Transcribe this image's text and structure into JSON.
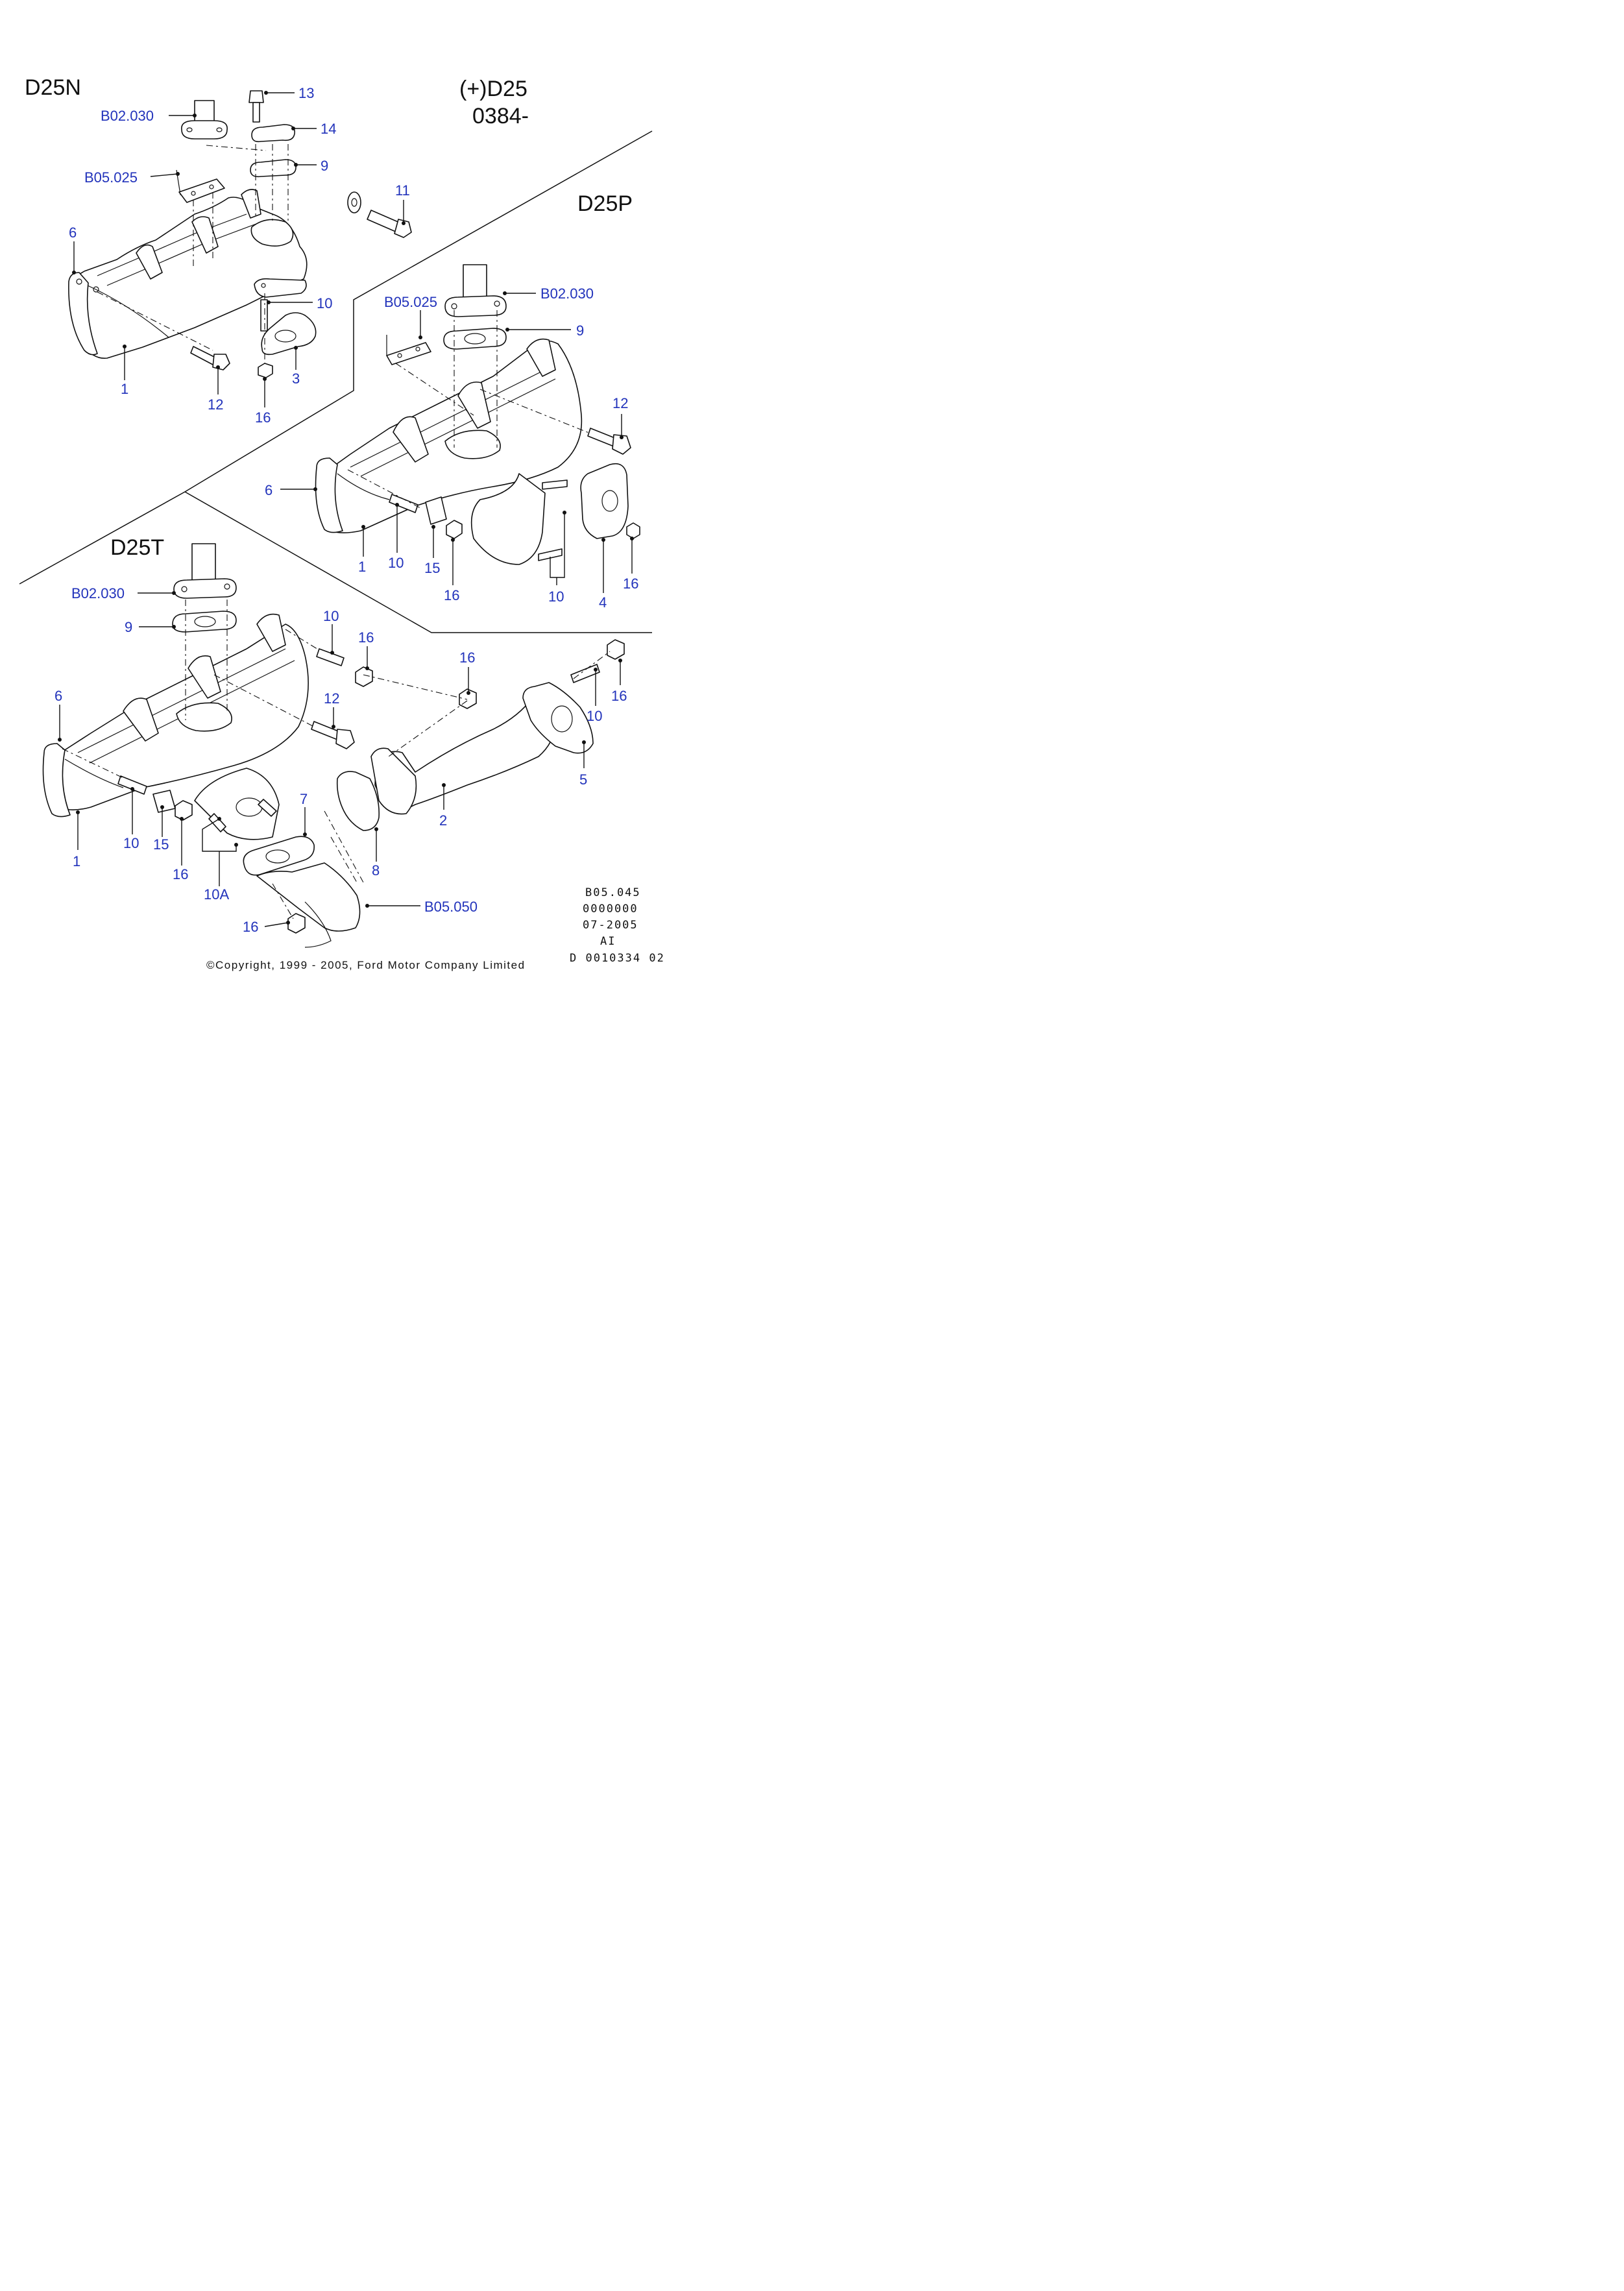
{
  "sections": {
    "d25n": "D25N",
    "d25_top": "(+)D25",
    "d25_bottom": "0384-",
    "d25p": "D25P",
    "d25t": "D25T"
  },
  "callouts": {
    "n_b02030": "B02.030",
    "n_13": "13",
    "n_14": "14",
    "n_9": "9",
    "n_b05025": "B05.025",
    "n_11": "11",
    "n_6": "6",
    "n_10": "10",
    "n_1": "1",
    "n_12": "12",
    "n_3": "3",
    "n_16": "16",
    "p_b02030": "B02.030",
    "p_b05025": "B05.025",
    "p_9": "9",
    "p_12": "12",
    "p_6": "6",
    "p_1": "1",
    "p_10a": "10",
    "p_15": "15",
    "p_16a": "16",
    "p_10b": "10",
    "p_4": "4",
    "p_16b": "16",
    "t_b02030": "B02.030",
    "t_9": "9",
    "t_10a": "10",
    "t_16a": "16",
    "t_6": "6",
    "t_12": "12",
    "t_16b": "16",
    "t_16c": "16",
    "t_10b": "10",
    "t_5": "5",
    "t_2": "2",
    "t_7": "7",
    "t_8": "8",
    "t_1": "1",
    "t_10c": "10",
    "t_15": "15",
    "t_16d": "16",
    "t_10A": "10A",
    "t_b05050": "B05.050",
    "t_16e": "16"
  },
  "info_block": [
    "B05.045",
    "0000000",
    "07-2005",
    "AI",
    "D 0010334 02"
  ],
  "copyright": "©Copyright, 1999 - 2005, Ford Motor Company Limited"
}
